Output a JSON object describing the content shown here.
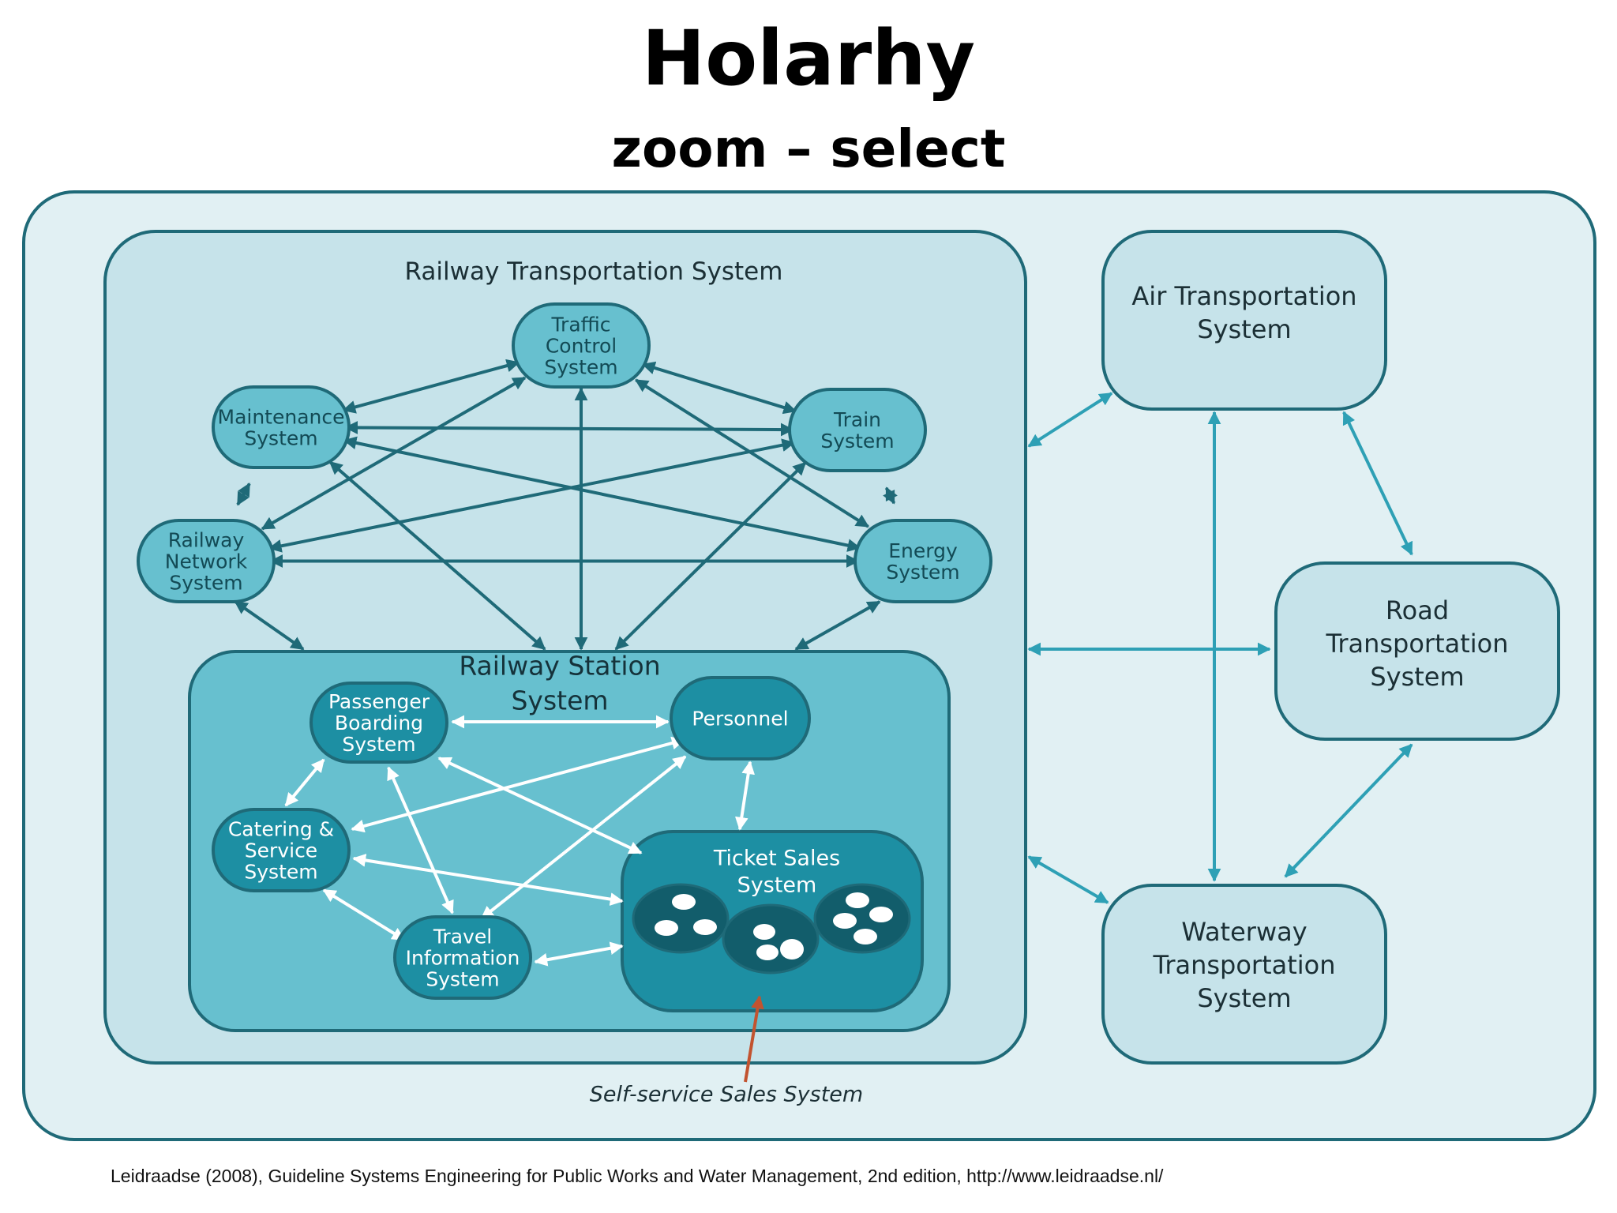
{
  "title": "Holarhy",
  "subtitle": "zoom – select",
  "colors": {
    "outer_fill": "#e1f0f3",
    "railway_fill": "#c6e3ea",
    "station_fill": "#67c0cf",
    "node_fill": "#67c0cf",
    "station_node_fill": "#1d8fa3",
    "ticket_fill": "#1d8fa3",
    "stroke_dark": "#1f6a78",
    "arrow_teal": "#1f6a78",
    "arrow_light": "#2ea0b5",
    "arrow_white": "#ffffff",
    "arrow_red": "#c2532f"
  },
  "diagram": {
    "railway": {
      "label": "Railway Transportation System",
      "nodes": {
        "traffic": [
          "Traffic",
          "Control",
          "System"
        ],
        "maintenance": [
          "Maintenance",
          "System"
        ],
        "train": [
          "Train",
          "System"
        ],
        "network": [
          "Railway",
          "Network",
          "System"
        ],
        "energy": [
          "Energy",
          "System"
        ]
      },
      "station": {
        "label": [
          "Railway Station",
          "System"
        ],
        "nodes": {
          "boarding": [
            "Passenger",
            "Boarding",
            "System"
          ],
          "personnel": [
            "Personnel"
          ],
          "catering": [
            "Catering &",
            "Service",
            "System"
          ],
          "travel": [
            "Travel",
            "Information",
            "System"
          ],
          "ticket": [
            "Ticket Sales",
            "System"
          ]
        }
      }
    },
    "external": {
      "air": [
        "Air Transportation",
        "System"
      ],
      "road": [
        "Road",
        "Transportation",
        "System"
      ],
      "waterway": [
        "Waterway",
        "Transportation",
        "System"
      ]
    },
    "self_service_label": "Self-service Sales System"
  },
  "citation": "Leidraadse (2008), Guideline Systems Engineering for Public Works and Water Management, 2nd edition, http://www.leidraadse.nl/"
}
